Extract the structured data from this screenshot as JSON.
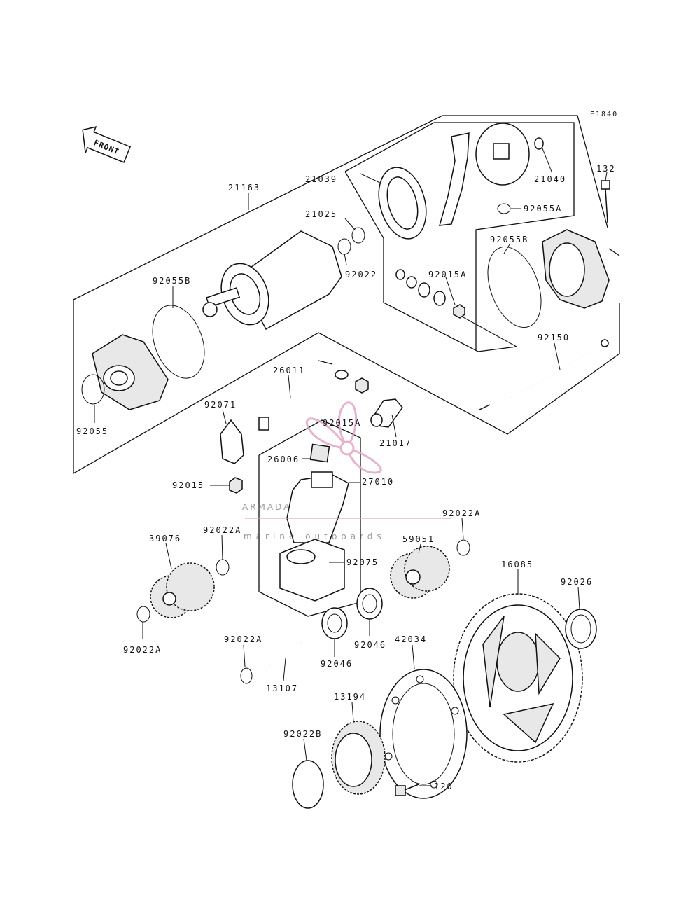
{
  "diagram_code": "E1840",
  "front_label": "FRONT",
  "watermark": {
    "brand": "ARMADA",
    "tagline": "marine outboards",
    "color": "#e2a6c6"
  },
  "labels": {
    "p21163": "21163",
    "p21039": "21039",
    "p21025": "21025",
    "p21040": "21040",
    "p92055A": "92055A",
    "p132": "132",
    "p92055B_right": "92055B",
    "p92022_top": "92022",
    "p92015A_top": "92015A",
    "p92055B_left": "92055B",
    "p92150": "92150",
    "p26011": "26011",
    "p92071": "92071",
    "p92015A_mid": "92015A",
    "p21017": "21017",
    "p92055": "92055",
    "p26006": "26006",
    "p27010": "27010",
    "p92015": "92015",
    "p92022A_a": "92022A",
    "p59051": "59051",
    "p92022A_b": "92022A",
    "p39076": "39076",
    "p92075": "92075",
    "p16085": "16085",
    "p92026": "92026",
    "p92022A_c": "92022A",
    "p92022A_d": "92022A",
    "p42034": "42034",
    "p92046_a": "92046",
    "p92046_b": "92046",
    "p13107": "13107",
    "p13194": "13194",
    "p92022B": "92022B",
    "p120": "120"
  }
}
